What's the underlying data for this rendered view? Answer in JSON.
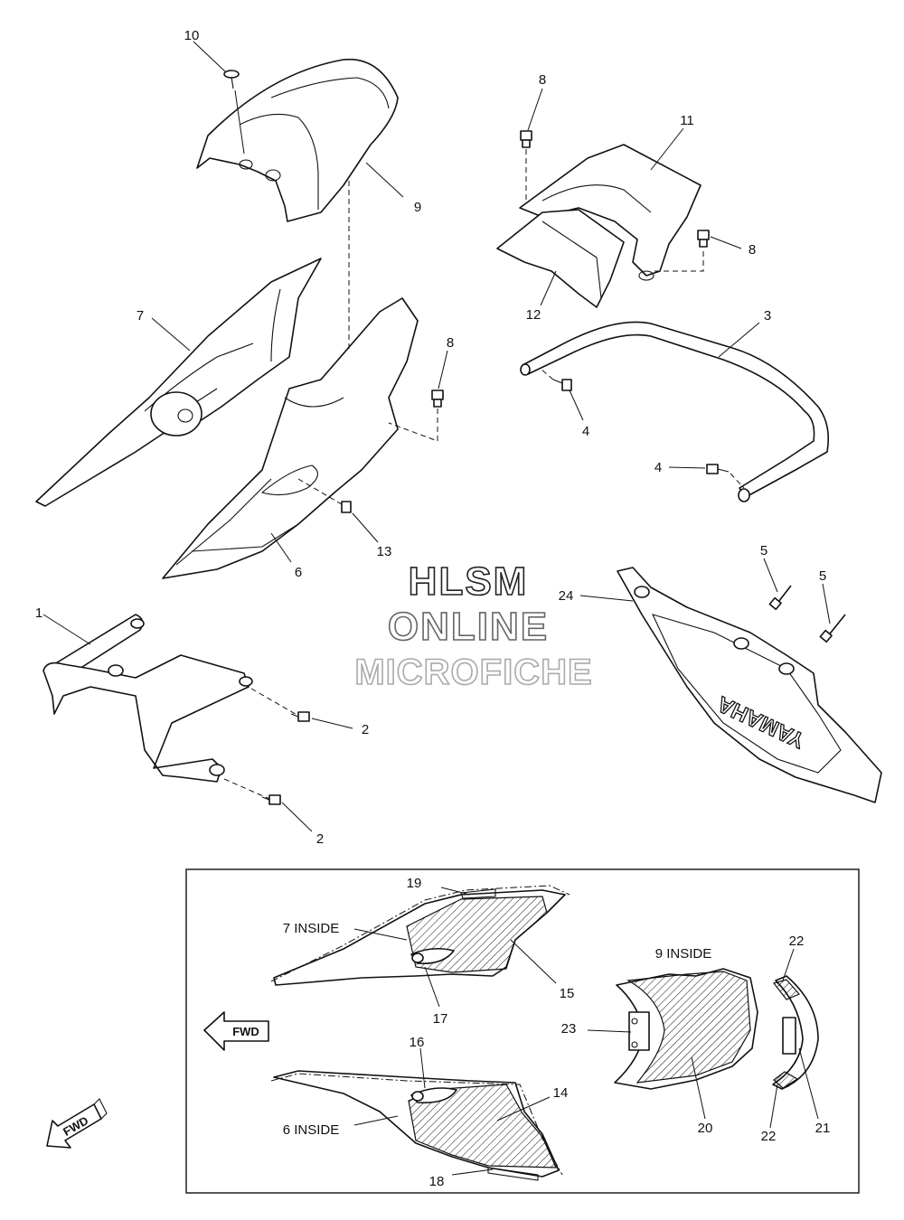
{
  "watermark": {
    "line1": "HLSM",
    "line2": "ONLINE",
    "line3": "MICROFICHE"
  },
  "callouts": {
    "c1": "1",
    "c2a": "2",
    "c2b": "2",
    "c3": "3",
    "c4a": "4",
    "c4b": "4",
    "c5a": "5",
    "c5b": "5",
    "c6": "6",
    "c7": "7",
    "c8a": "8",
    "c8b": "8",
    "c8c": "8",
    "c9": "9",
    "c10": "10",
    "c11": "11",
    "c12": "12",
    "c13": "13",
    "c14": "14",
    "c15": "15",
    "c16": "16",
    "c17": "17",
    "c18": "18",
    "c19": "19",
    "c20": "20",
    "c21": "21",
    "c22a": "22",
    "c22b": "22",
    "c23": "23",
    "c24": "24"
  },
  "inset_labels": {
    "seven_inside": "7 INSIDE",
    "six_inside": "6 INSIDE",
    "nine_inside": "9 INSIDE"
  },
  "fwd_label_inset": "FWD",
  "fwd_label_corner": "FWD",
  "brand_mark": "YAMAHA"
}
